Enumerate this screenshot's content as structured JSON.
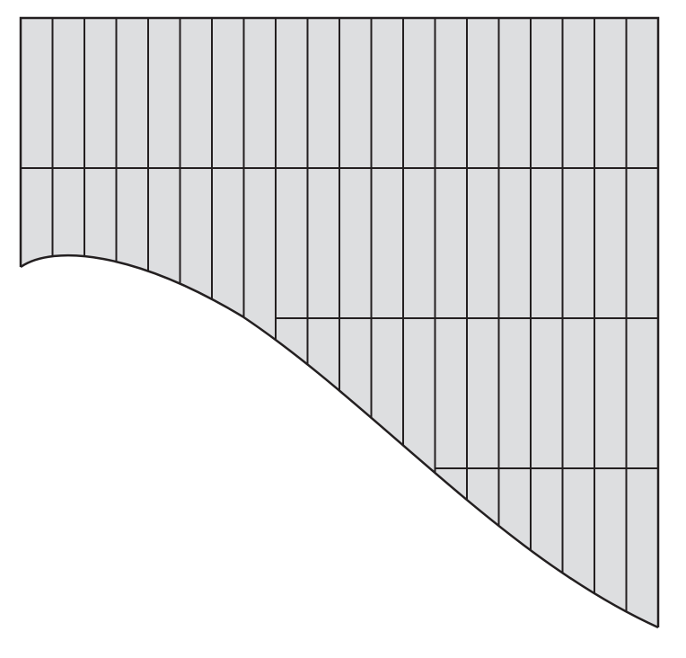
{
  "figure": {
    "kind": "riemann-sum-strips",
    "strip_count": 20,
    "horizontal_gridlines": 4,
    "colors": {
      "fill": "#dddee0",
      "stroke": "#231f20",
      "background": "#ffffff"
    }
  }
}
